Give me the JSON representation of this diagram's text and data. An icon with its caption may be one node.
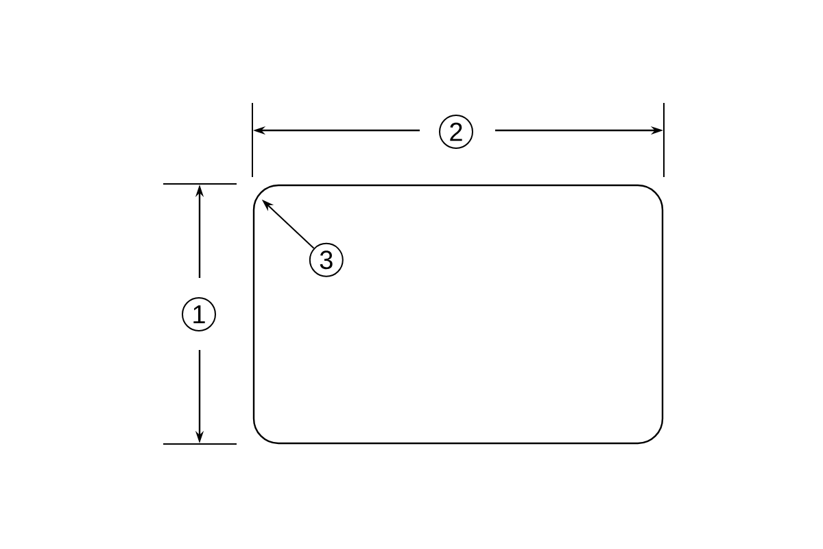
{
  "diagram": {
    "nodes": [
      {
        "text": [
          "2"
        ]
      },
      {
        "text": [],
        "shape": "box"
      },
      {
        "text": [
          "3"
        ],
        "in": 1
      },
      {
        "text": [
          "1"
        ]
      }
    ],
    "edges": [
      {
        "from": 2,
        "to": 1,
        "arrow": "to"
      }
    ]
  }
}
